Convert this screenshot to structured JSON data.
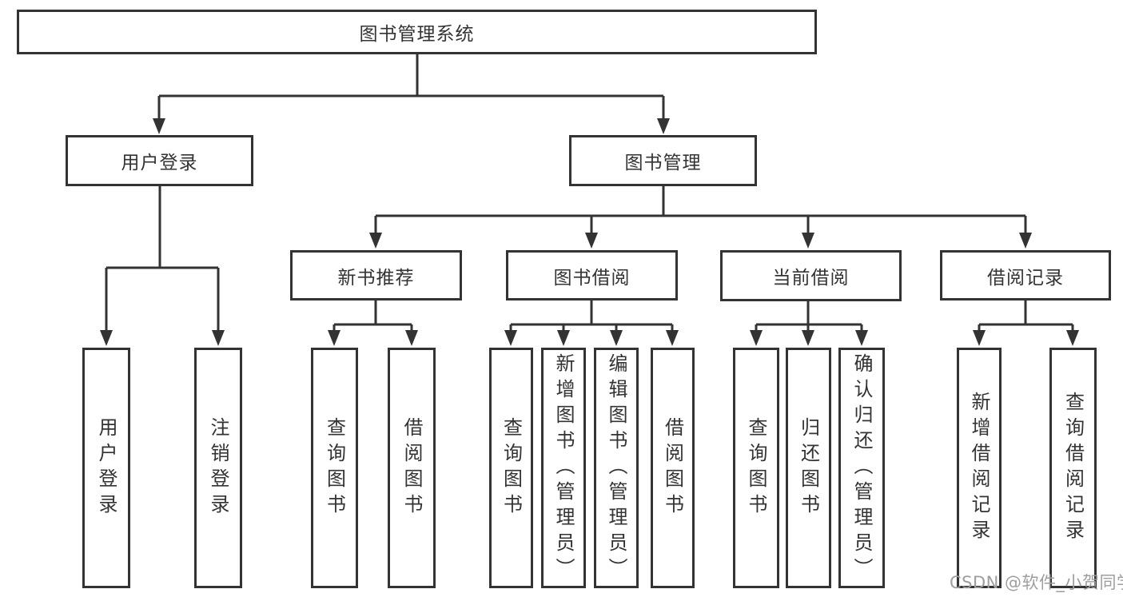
{
  "nodes": {
    "root": "图书管理系统",
    "user_login": "用户登录",
    "book_management": "图书管理",
    "new_book_recommend": "新书推荐",
    "book_borrowing": "图书借阅",
    "current_borrowing": "当前借阅",
    "borrowing_records": "借阅记录",
    "leaf_user_login": "用户登录",
    "leaf_logout": "注销登录",
    "leaf_query_books_a": "查询图书",
    "leaf_borrow_books_a": "借阅图书",
    "leaf_query_books_b": "查询图书",
    "leaf_add_books_admin": "新增图书（管理员）",
    "leaf_edit_books_admin": "编辑图书（管理员）",
    "leaf_borrow_books_b": "借阅图书",
    "leaf_query_books_c": "查询图书",
    "leaf_return_books": "归还图书",
    "leaf_confirm_return_admin": "确认归还（管理员）",
    "leaf_add_borrow_record": "新增借阅记录",
    "leaf_query_borrow_record": "查询借阅记录"
  },
  "watermark": "CSDN @软件_小贺同学",
  "colors": {
    "line": "#333333",
    "text": "#333333",
    "watermark": "#9e9e9e",
    "background": "#ffffff"
  }
}
